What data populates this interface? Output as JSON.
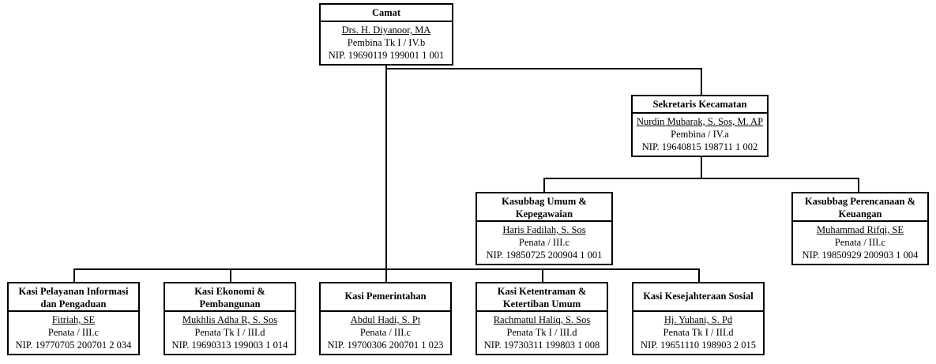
{
  "chart": {
    "type": "org-chart",
    "title_visible": false,
    "background": "#ffffff",
    "line_color": "#000000",
    "box_border_color": "#000000"
  },
  "nodes": {
    "camat": {
      "title": "Camat",
      "title_lines": [
        "Camat"
      ],
      "person": "Drs. H. Diyanoor, MA",
      "rank": "Pembina Tk I / IV.b",
      "nip": "NIP. 19690119 199001 1 001"
    },
    "sekretaris": {
      "title": "Sekretaris Kecamatan",
      "title_lines": [
        "Sekretaris Kecamatan"
      ],
      "person": "Nurdin Mubarak, S. Sos, M. AP",
      "rank": "Pembina / IV.a",
      "nip": "NIP. 19640815 198711 1 002"
    },
    "kasubbag_umum": {
      "title": "Kasubbag Umum & Kepegawaian",
      "title_lines": [
        "Kasubbag Umum &",
        "Kepegawaian"
      ],
      "person": "Haris Fadilah, S. Sos",
      "rank": "Penata / III.c",
      "nip": "NIP. 19850725 200904 1 001"
    },
    "kasubbag_perencanaan": {
      "title": "Kasubbag Perencanaan & Keuangan",
      "title_lines": [
        "Kasubbag Perencanaan &",
        "Keuangan"
      ],
      "person": "Muhammad Rifqi, SE",
      "rank": "Penata / III.c",
      "nip": "NIP. 19850929 200903 1 004"
    },
    "kasi_pelayanan": {
      "title": "Kasi Pelayanan Informasi dan Pengaduan",
      "title_lines": [
        "Kasi Pelayanan Informasi",
        "dan Pengaduan"
      ],
      "person": "Fitriah, SE",
      "rank": "Penata / III.c",
      "nip": "NIP. 19770705 200701 2 034"
    },
    "kasi_ekonomi": {
      "title": "Kasi Ekonomi & Pembangunan",
      "title_lines": [
        "Kasi Ekonomi &",
        "Pembangunan"
      ],
      "person": "Mukhlis Adha R, S. Sos",
      "rank": "Penata Tk I / III.d",
      "nip": "NIP. 19690313 199003 1 014"
    },
    "kasi_pemerintahan": {
      "title": "Kasi Pemerintahan",
      "title_lines": [
        "Kasi Pemerintahan"
      ],
      "person": "Abdul Hadi, S. Pt",
      "rank": "Penata / III.c",
      "nip": "NIP. 19700306 200701 1 023"
    },
    "kasi_ketentraman": {
      "title": "Kasi Ketentraman & Ketertiban Umum",
      "title_lines": [
        "Kasi Ketentraman &",
        "Ketertiban Umum"
      ],
      "person": "Rachmatul Haliq, S. Sos",
      "rank": "Penata Tk I / III.d",
      "nip": "NIP. 19730311 199803 1 008"
    },
    "kasi_kesejahteraan": {
      "title": "Kasi Kesejahteraan Sosial",
      "title_lines": [
        "Kasi Kesejahteraan Sosial"
      ],
      "person": "Hj. Yuhani, S. Pd",
      "rank": "Penata Tk I / III.d",
      "nip": "NIP. 19651110 198903 2 015"
    }
  }
}
